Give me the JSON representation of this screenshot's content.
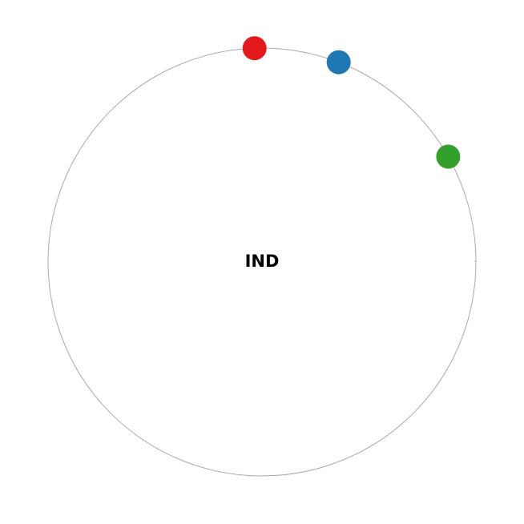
{
  "diagram": {
    "center_label": "IND",
    "ring": {
      "color": "#aaaaaa"
    },
    "markers": [
      {
        "color": "#e31a1c",
        "angle_deg": -92
      },
      {
        "color": "#1f78b4",
        "angle_deg": -69
      },
      {
        "color": "#33a02c",
        "angle_deg": -29.5
      }
    ]
  }
}
